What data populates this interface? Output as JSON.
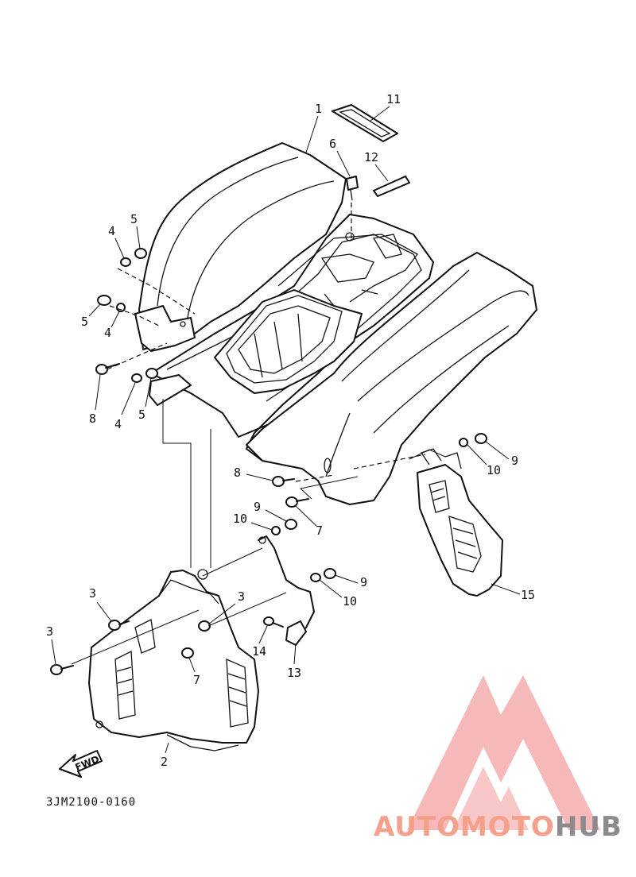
{
  "diagram_code": "3JM2100-0160",
  "fwd_label": "FWD",
  "callouts": [
    "1",
    "2",
    "3",
    "4",
    "5",
    "6",
    "7",
    "8",
    "9",
    "10",
    "11",
    "12",
    "13",
    "14",
    "15"
  ],
  "watermark": {
    "part1": "AUTOMOTO",
    "part2": "HUB",
    "color_primary": "#f5a08a",
    "color_secondary": "#8b8b8b",
    "logo_color": "#f08f8f"
  }
}
